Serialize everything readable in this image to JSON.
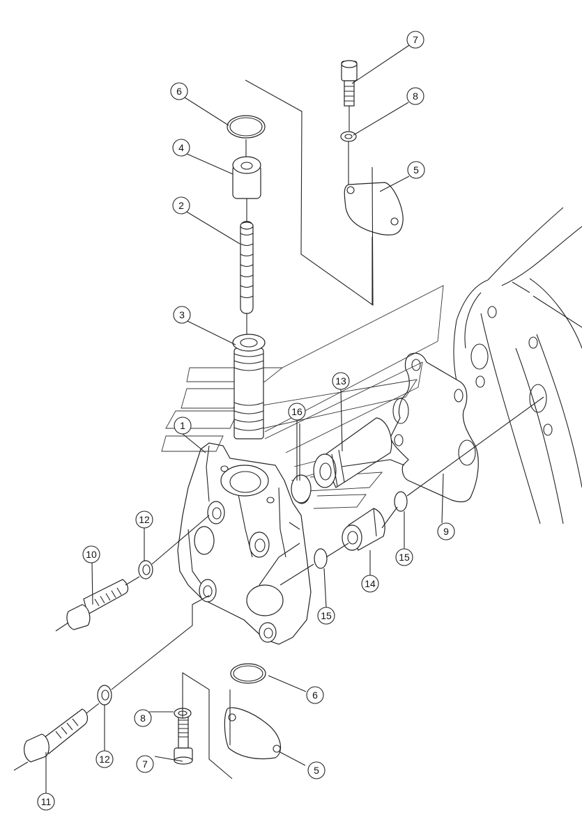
{
  "callouts": [
    {
      "id": "c1",
      "label": "1"
    },
    {
      "id": "c2",
      "label": "2"
    },
    {
      "id": "c3",
      "label": "3"
    },
    {
      "id": "c4",
      "label": "4"
    },
    {
      "id": "c5a",
      "label": "5"
    },
    {
      "id": "c5b",
      "label": "5"
    },
    {
      "id": "c6a",
      "label": "6"
    },
    {
      "id": "c6b",
      "label": "6"
    },
    {
      "id": "c7a",
      "label": "7"
    },
    {
      "id": "c7b",
      "label": "7"
    },
    {
      "id": "c8a",
      "label": "8"
    },
    {
      "id": "c8b",
      "label": "8"
    },
    {
      "id": "c9",
      "label": "9"
    },
    {
      "id": "c10",
      "label": "10"
    },
    {
      "id": "c11",
      "label": "11"
    },
    {
      "id": "c12a",
      "label": "12"
    },
    {
      "id": "c12b",
      "label": "12"
    },
    {
      "id": "c13",
      "label": "13"
    },
    {
      "id": "c14",
      "label": "14"
    },
    {
      "id": "c15a",
      "label": "15"
    },
    {
      "id": "c15b",
      "label": "15"
    },
    {
      "id": "c16",
      "label": "16"
    }
  ]
}
